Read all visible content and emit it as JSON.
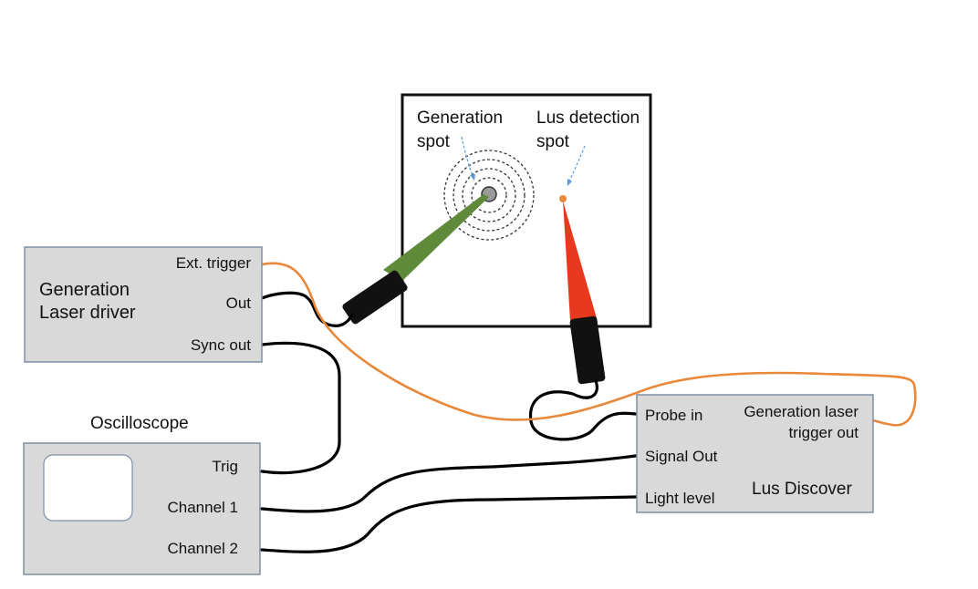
{
  "sample": {
    "generation_spot_line1": "Generation",
    "generation_spot_line2": "spot",
    "lus_spot_line1": "Lus detection",
    "lus_spot_line2": "spot"
  },
  "laser_driver": {
    "title_line1": "Generation",
    "title_line2": "Laser driver",
    "ports": {
      "ext_trigger": "Ext. trigger",
      "out": "Out",
      "sync_out": "Sync out"
    }
  },
  "oscilloscope": {
    "title": "Oscilloscope",
    "ports": {
      "trig": "Trig",
      "channel1": "Channel 1",
      "channel2": "Channel 2"
    }
  },
  "lus_discover": {
    "title": "Lus Discover",
    "ports": {
      "probe_in": "Probe in",
      "signal_out": "Signal Out",
      "light_level": "Light level",
      "trigger_out_line1": "Generation laser",
      "trigger_out_line2": "trigger out"
    }
  },
  "colors": {
    "box_fill": "#d9d9d9",
    "generation_probe": "#5f8a3a",
    "detection_probe": "#e8391e",
    "trigger_cable": "#e8883a",
    "signal_cable": "#000000"
  },
  "icons": {
    "generation_probe": "green-probe-icon",
    "detection_probe": "red-probe-icon",
    "spot": "dot-icon"
  }
}
